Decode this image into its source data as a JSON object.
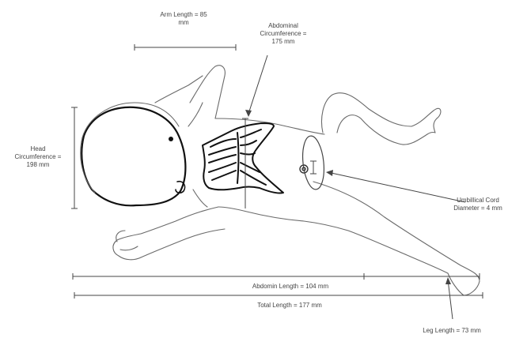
{
  "labels": {
    "arm_length": [
      "Arm Length = 85",
      "mm"
    ],
    "abdominal_circumference": [
      "Abdominal",
      "Circumference =",
      "175 mm"
    ],
    "head_circumference": [
      "Head",
      "Circumference =",
      "198 mm"
    ],
    "umbilical_cord": [
      "Umbillical Cord",
      "Diameter = 4 mm"
    ],
    "abdomin_length": "Abdomin Length = 104 mm",
    "total_length": "Total Length = 177 mm",
    "leg_length": "Leg Length = 73 mm"
  }
}
